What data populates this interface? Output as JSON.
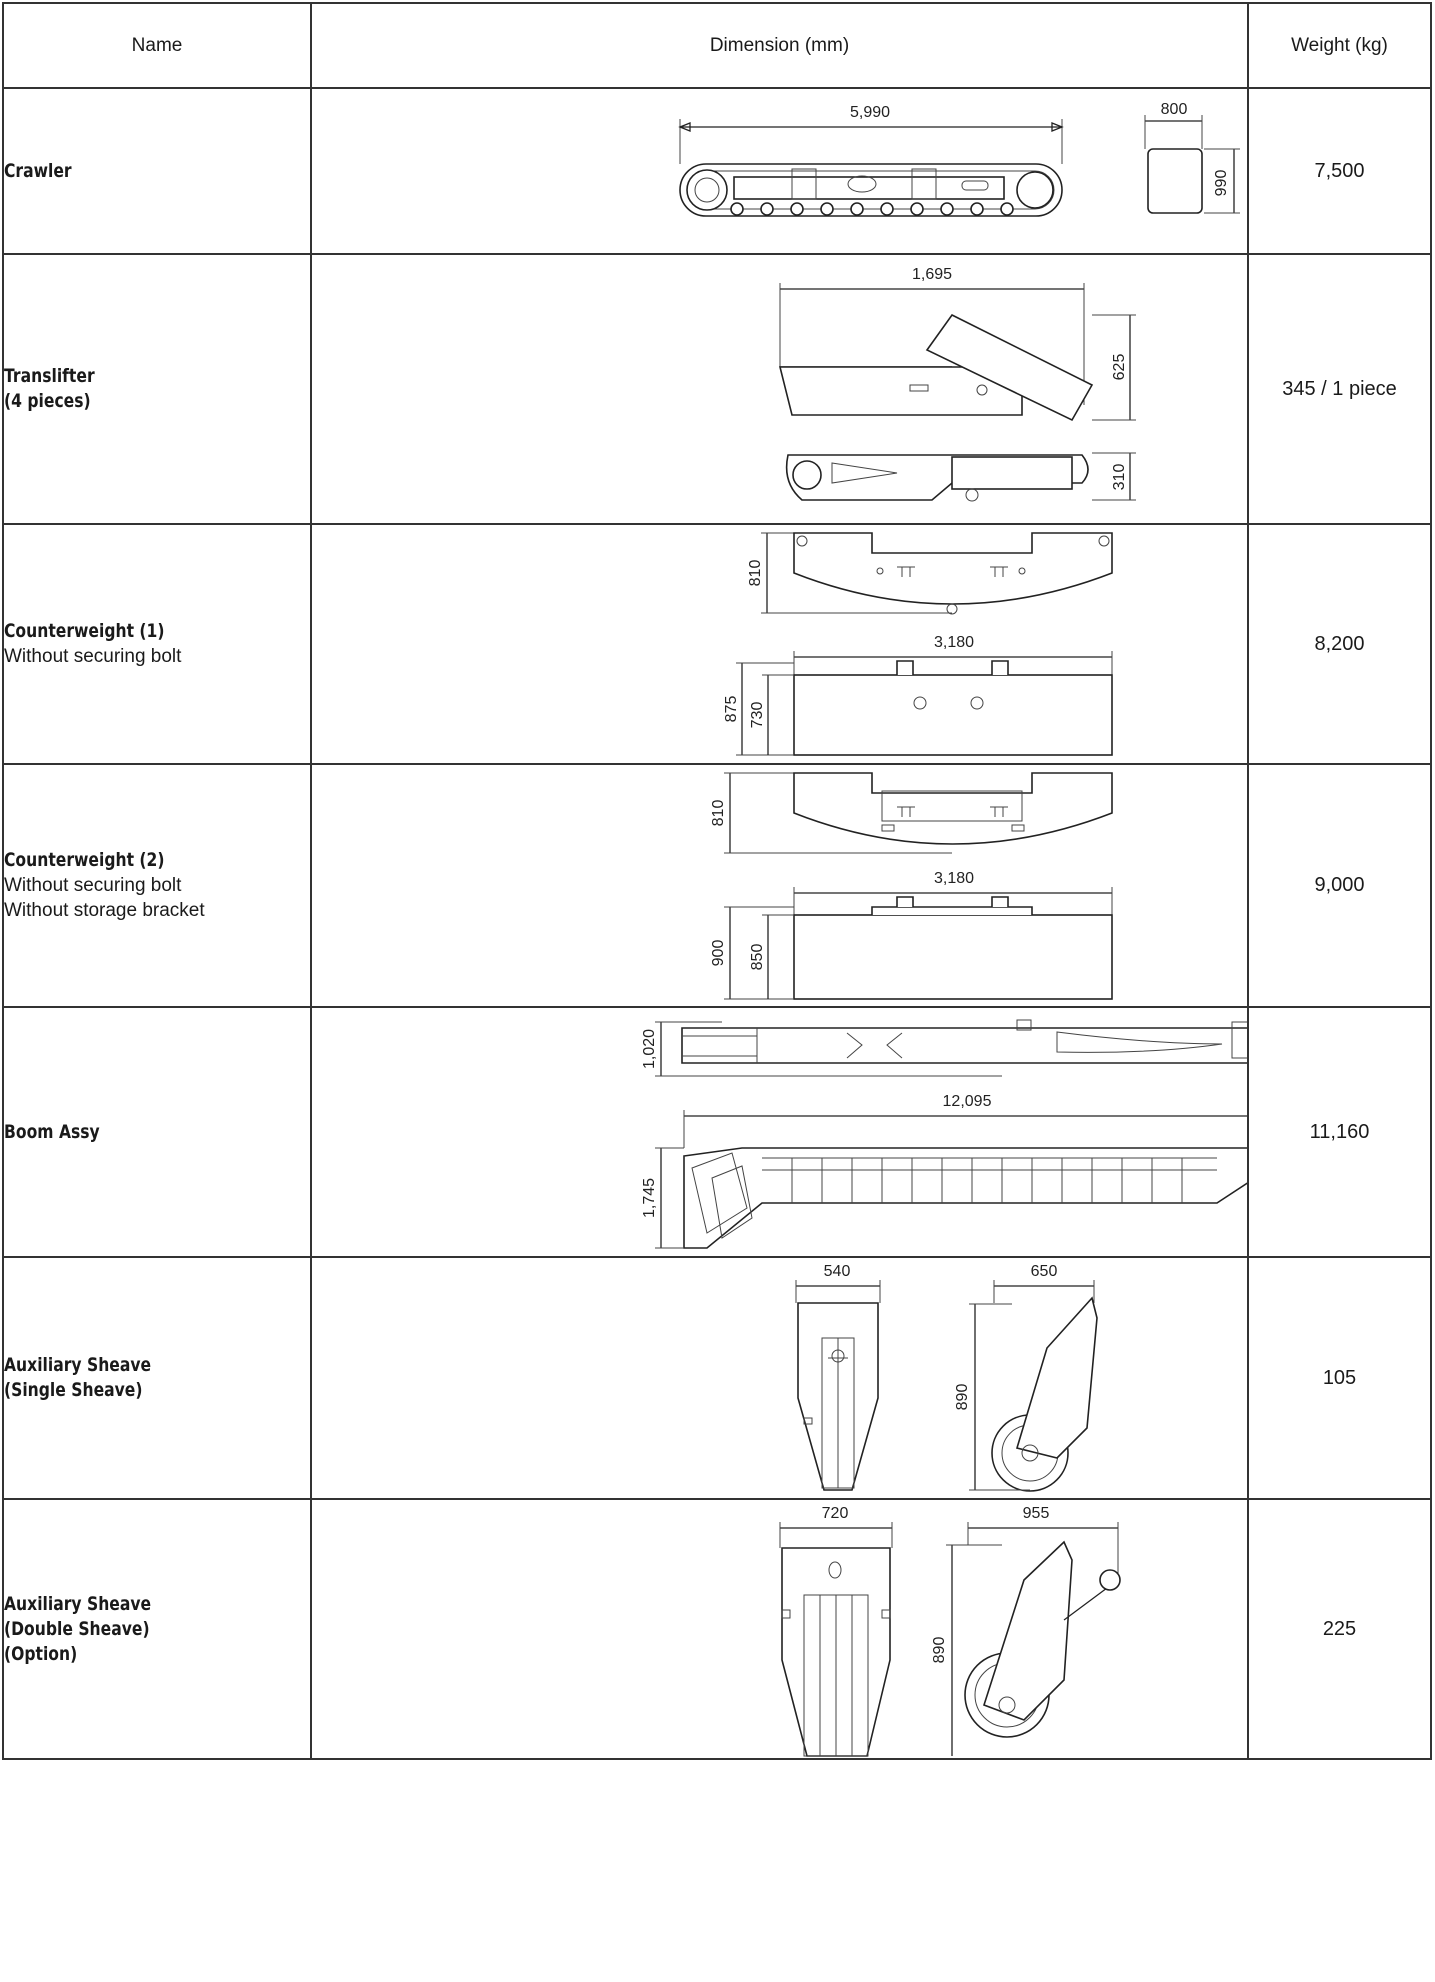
{
  "header": {
    "name": "Name",
    "dimension": "Dimension (mm)",
    "weight": "Weight (kg)"
  },
  "rows": [
    {
      "title": "Crawler",
      "notes": [],
      "weight": "7,500",
      "dims": [
        "5,990",
        "800",
        "990"
      ]
    },
    {
      "title": "Translifter",
      "title2": "(4 pieces)",
      "notes": [],
      "weight": "345 / 1 piece",
      "dims": [
        "1,695",
        "625",
        "310"
      ]
    },
    {
      "title": "Counterweight (1)",
      "notes": [
        "Without securing bolt"
      ],
      "weight": "8,200",
      "dims": [
        "810",
        "3,180",
        "875",
        "730"
      ]
    },
    {
      "title": "Counterweight (2)",
      "notes": [
        "Without securing bolt",
        "Without storage bracket"
      ],
      "weight": "9,000",
      "dims": [
        "810",
        "3,180",
        "900",
        "850"
      ]
    },
    {
      "title": "Boom Assy",
      "notes": [],
      "weight": "11,160",
      "dims": [
        "1,020",
        "12,095",
        "1,745"
      ]
    },
    {
      "title": "Auxiliary Sheave",
      "title2": "(Single Sheave)",
      "notes": [],
      "weight": "105",
      "dims": [
        "540",
        "650",
        "890"
      ]
    },
    {
      "title": "Auxiliary Sheave",
      "title2": "(Double Sheave)",
      "title3": "(Option)",
      "notes": [],
      "weight": "225",
      "dims": [
        "720",
        "955",
        "890"
      ]
    }
  ]
}
